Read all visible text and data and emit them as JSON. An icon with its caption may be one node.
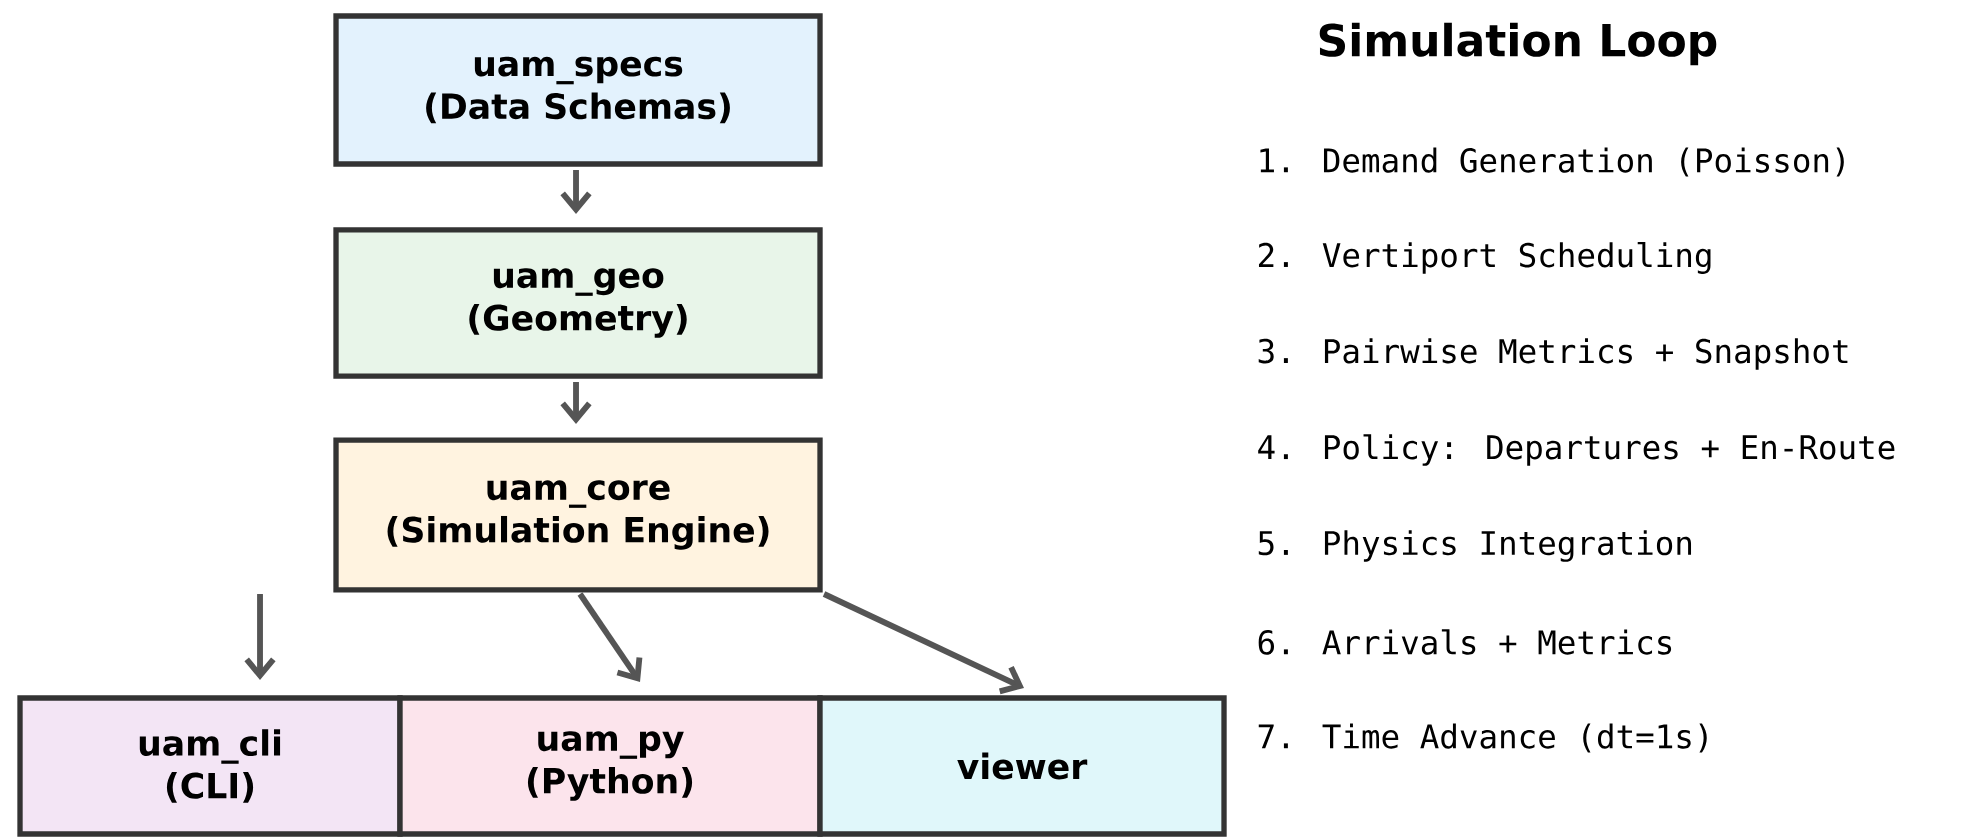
{
  "diagram": {
    "title": "Simulation Loop",
    "nodes": [
      {
        "text": [
          "uam_specs",
          "(Data Schemas)"
        ]
      },
      {
        "text": [
          "uam_geo",
          "(Geometry)"
        ]
      },
      {
        "text": [
          "uam_core",
          "(Simulation Engine)"
        ]
      },
      {
        "text": [
          "uam_cli",
          "(CLI)"
        ]
      },
      {
        "text": [
          "uam_py",
          "(Python)"
        ]
      },
      {
        "text": [
          "viewer"
        ]
      }
    ],
    "edges": [
      {
        "from": 0,
        "to": 1,
        "arrow": "to"
      },
      {
        "from": 1,
        "to": 2,
        "arrow": "to"
      },
      {
        "from": null,
        "to": 3,
        "arrow": "to"
      },
      {
        "from": 2,
        "to": 4,
        "arrow": "to"
      },
      {
        "from": 2,
        "to": 5,
        "arrow": "to"
      }
    ],
    "labels": [
      "1. Demand Generation (Poisson)",
      "2. Vertiport Scheduling",
      "3. Pairwise Metrics + Snapshot",
      "4. Policy: Departures + En-Route",
      "5. Physics Integration",
      "6. Arrivals + Metrics",
      "7. Time Advance (dt=1s)"
    ]
  }
}
